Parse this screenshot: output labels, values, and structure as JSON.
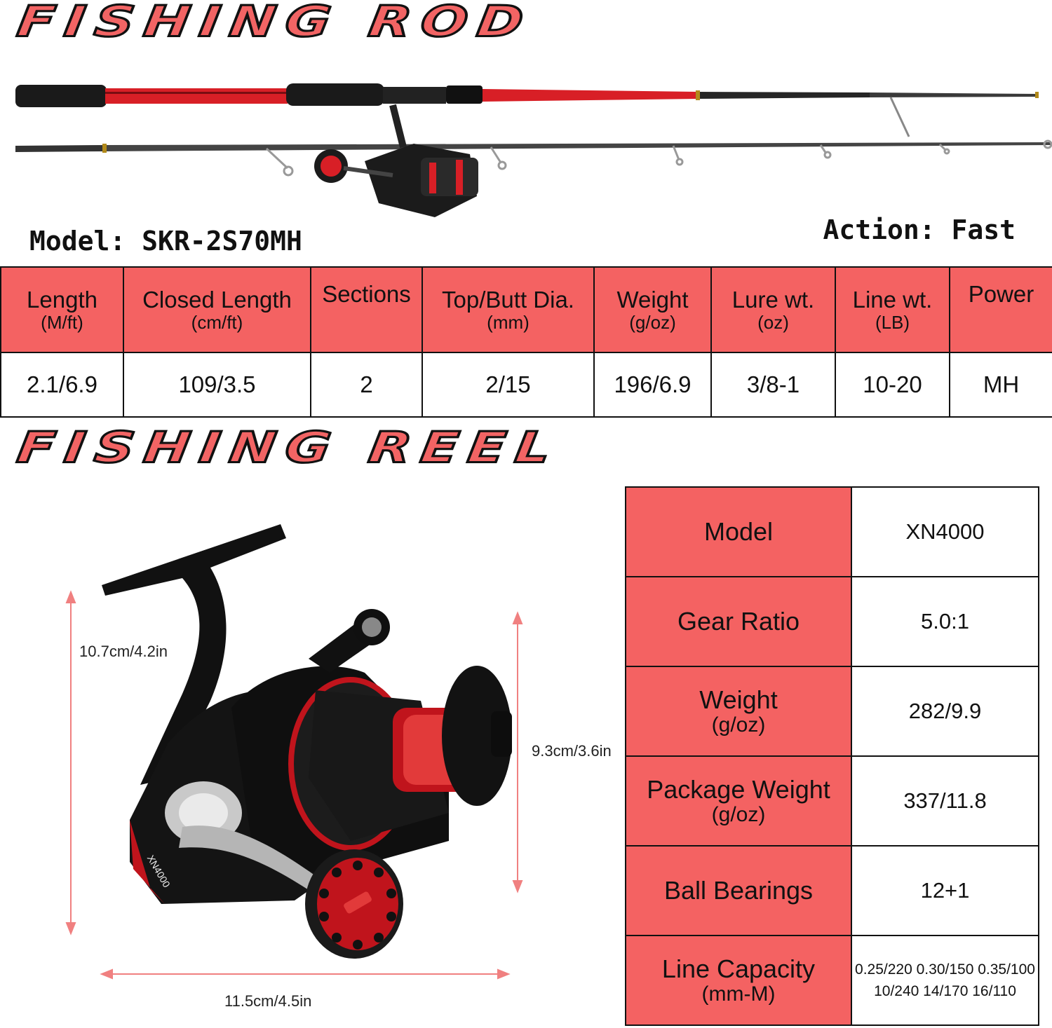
{
  "rod": {
    "title": "FISHING ROD",
    "model_label": "Model: SKR-2S70MH",
    "action_label": "Action: Fast",
    "specs": {
      "headers": [
        {
          "label": "Length",
          "unit": "(M/ft)"
        },
        {
          "label": "Closed Length",
          "unit": "(cm/ft)"
        },
        {
          "label": "Sections",
          "unit": ""
        },
        {
          "label": "Top/Butt Dia.",
          "unit": "(mm)"
        },
        {
          "label": "Weight",
          "unit": "(g/oz)"
        },
        {
          "label": "Lure wt.",
          "unit": "(oz)"
        },
        {
          "label": "Line wt.",
          "unit": "(LB)"
        },
        {
          "label": "Power",
          "unit": ""
        }
      ],
      "values": [
        "2.1/6.9",
        "109/3.5",
        "2",
        "2/15",
        "196/6.9",
        "3/8-1",
        "10-20",
        "MH"
      ]
    }
  },
  "reel": {
    "title": "FISHING REEL",
    "dimensions": {
      "height": "10.7cm/4.2in",
      "depth": "9.3cm/3.6in",
      "width": "11.5cm/4.5in"
    },
    "body_print": "XN4000",
    "specs": [
      {
        "label": "Model",
        "unit": "",
        "value": "XN4000",
        "value2": ""
      },
      {
        "label": "Gear Ratio",
        "unit": "",
        "value": "5.0:1",
        "value2": ""
      },
      {
        "label": "Weight",
        "unit": "(g/oz)",
        "value": "282/9.9",
        "value2": ""
      },
      {
        "label": "Package Weight",
        "unit": "(g/oz)",
        "value": "337/11.8",
        "value2": ""
      },
      {
        "label": "Ball Bearings",
        "unit": "",
        "value": "12+1",
        "value2": ""
      },
      {
        "label": "Line Capacity",
        "unit": "(mm-M)",
        "value": "0.25/220 0.30/150 0.35/100",
        "value2": "10/240 14/170 16/110"
      }
    ]
  },
  "colors": {
    "accent": "#f46262",
    "rod_red": "#d81f26",
    "outline": "#111111"
  }
}
